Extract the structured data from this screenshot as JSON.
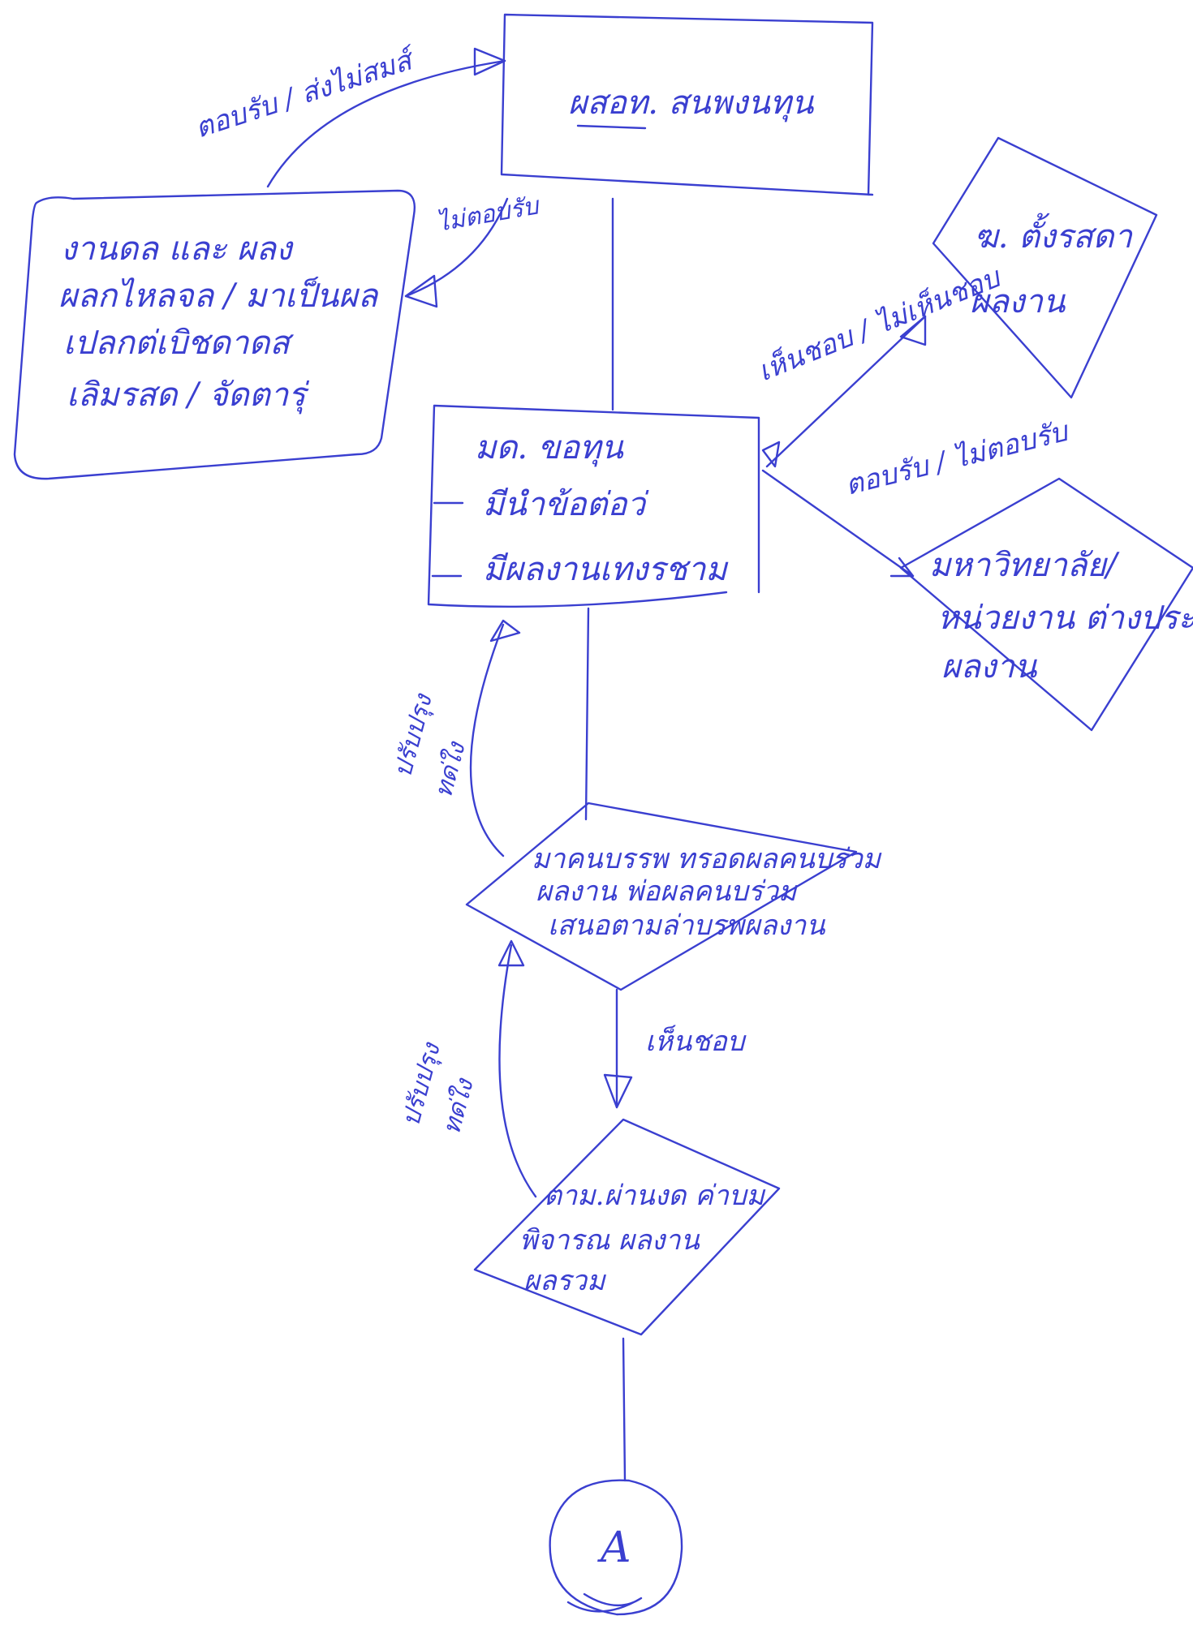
{
  "diagram": {
    "ink_color": "#3a3fd0",
    "nodes": {
      "top_box": {
        "lines": [
          "ผสอท. สนพงนทุน"
        ]
      },
      "left_box": {
        "lines": [
          "งานดล และ ผลง",
          "ผลกไหลจล / มาเป็นผล",
          "เปลกต่เบิชดาดส",
          "เลิมรสด / จัดตารุ่"
        ]
      },
      "middle_box": {
        "lines": [
          "มด. ขอทุน",
          "มีนำข้อต่อว่",
          "มีผลงานเทงรชาม"
        ]
      },
      "right_top": {
        "lines": [
          "ฆ. ตั้งรสดา",
          "ผลงาน"
        ]
      },
      "right_bottom": {
        "lines": [
          "มหาวิทยาลัย/",
          "หน่วยงาน ต่างประเทศ",
          "ผลงาน"
        ]
      },
      "diamond_1": {
        "lines": [
          "มาคนบรรพ ทรอดผลคนบร่วม",
          "ผลงาน พ่อผลคนบร่วม",
          "เสนอตามล่าบรพผลงาน"
        ]
      },
      "diamond_2": {
        "lines": [
          "ตาม.ผ่านงด ค่าบม",
          "พิจารณ ผลงาน",
          "ผลรวม"
        ]
      },
      "connector_A": {
        "label": "A"
      }
    },
    "edges": {
      "left_to_top": "ตอบรับ / ส่งไม่สมส์",
      "top_to_left": "ไม่ตอบรับ",
      "to_right_top": "เห็นชอบ / ไม่เห็นชอบ",
      "to_right_bottom": "ตอบรับ / ไม่ตอบรับ",
      "d1_to_mid": [
        "ปรับปรุง",
        "ทด่ใง"
      ],
      "d2_to_d1": [
        "ปรับปรุง",
        "ทด่ใง"
      ],
      "d1_to_d2": "เห็นชอบ"
    }
  }
}
